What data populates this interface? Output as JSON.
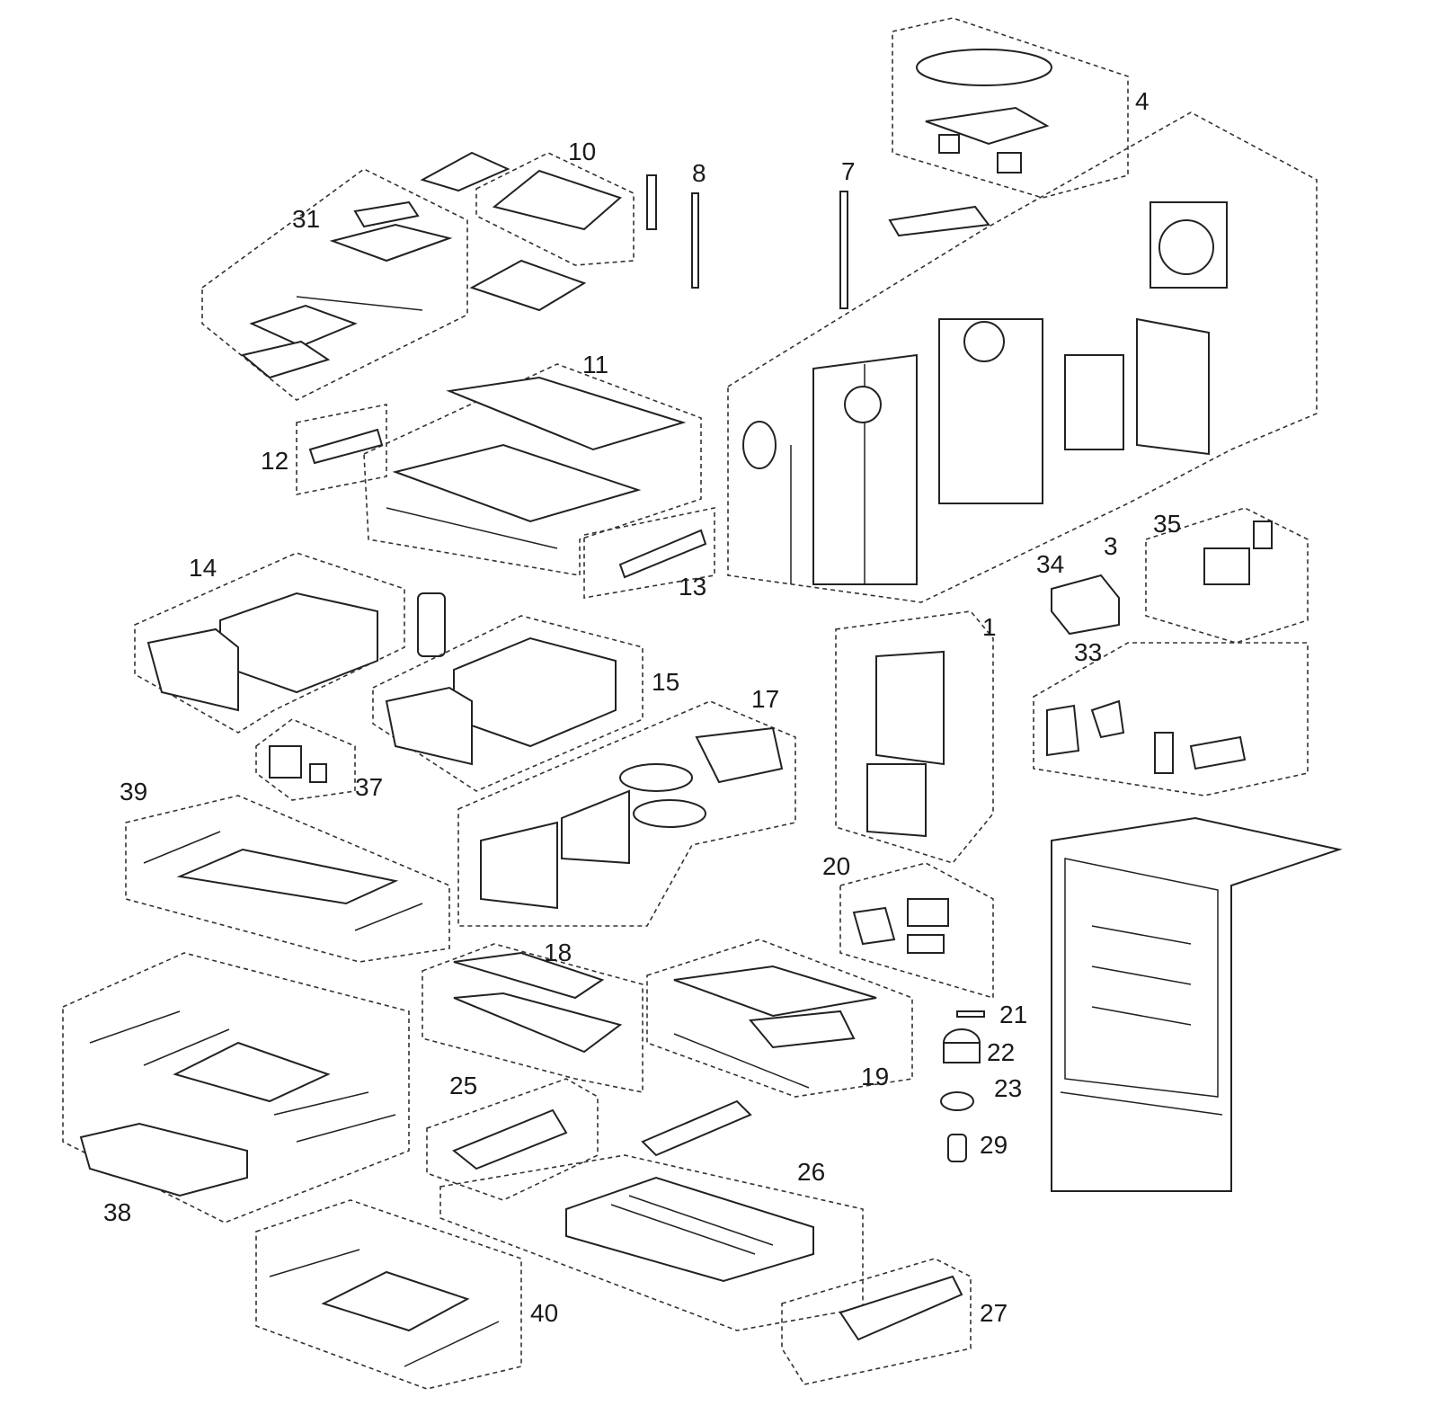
{
  "callouts": [
    {
      "id": "1",
      "label": "1"
    },
    {
      "id": "3",
      "label": "3"
    },
    {
      "id": "4",
      "label": "4"
    },
    {
      "id": "7",
      "label": "7"
    },
    {
      "id": "8",
      "label": "8"
    },
    {
      "id": "10",
      "label": "10"
    },
    {
      "id": "11",
      "label": "11"
    },
    {
      "id": "12",
      "label": "12"
    },
    {
      "id": "13",
      "label": "13"
    },
    {
      "id": "14",
      "label": "14"
    },
    {
      "id": "15",
      "label": "15"
    },
    {
      "id": "17",
      "label": "17"
    },
    {
      "id": "18",
      "label": "18"
    },
    {
      "id": "19",
      "label": "19"
    },
    {
      "id": "20",
      "label": "20"
    },
    {
      "id": "21",
      "label": "21"
    },
    {
      "id": "22",
      "label": "22"
    },
    {
      "id": "23",
      "label": "23"
    },
    {
      "id": "25",
      "label": "25"
    },
    {
      "id": "26",
      "label": "26"
    },
    {
      "id": "27",
      "label": "27"
    },
    {
      "id": "29",
      "label": "29"
    },
    {
      "id": "31",
      "label": "31"
    },
    {
      "id": "33",
      "label": "33"
    },
    {
      "id": "34",
      "label": "34"
    },
    {
      "id": "35",
      "label": "35"
    },
    {
      "id": "37",
      "label": "37"
    },
    {
      "id": "38",
      "label": "38"
    },
    {
      "id": "39",
      "label": "39"
    },
    {
      "id": "40",
      "label": "40"
    }
  ]
}
